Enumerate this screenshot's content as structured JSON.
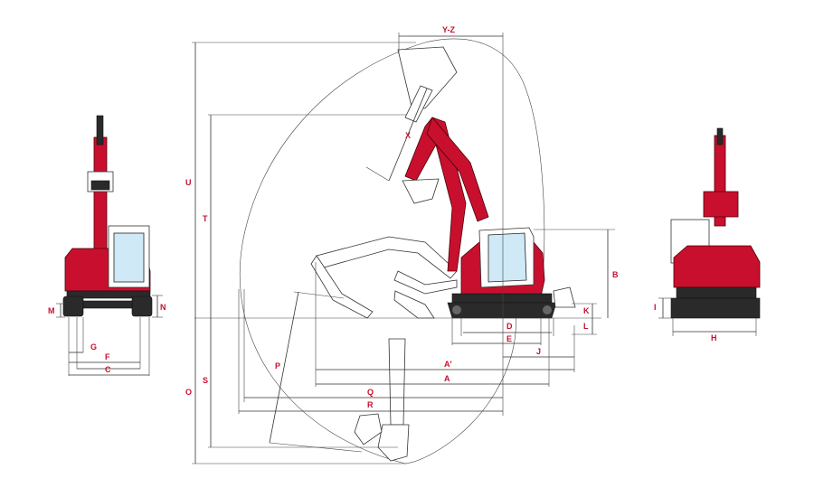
{
  "labels": {
    "yz": "Y-Z",
    "x": "X",
    "u": "U",
    "t": "T",
    "b": "B",
    "k": "K",
    "l": "L",
    "d": "D",
    "e": "E",
    "j": "J",
    "a_prime": "A'",
    "a": "A",
    "q": "Q",
    "r": "R",
    "p": "P",
    "o": "O",
    "s": "S",
    "m": "M",
    "n": "N",
    "g": "G",
    "f": "F",
    "c": "C",
    "i": "I",
    "h": "H"
  },
  "colors": {
    "accent": "#c8102e",
    "line": "#333333",
    "glass": "#cfe9f6",
    "track": "#2a2a2a"
  },
  "icons": {
    "side_view": "excavator-side-view",
    "front_view": "excavator-front-view",
    "rear_view": "excavator-rear-view"
  }
}
